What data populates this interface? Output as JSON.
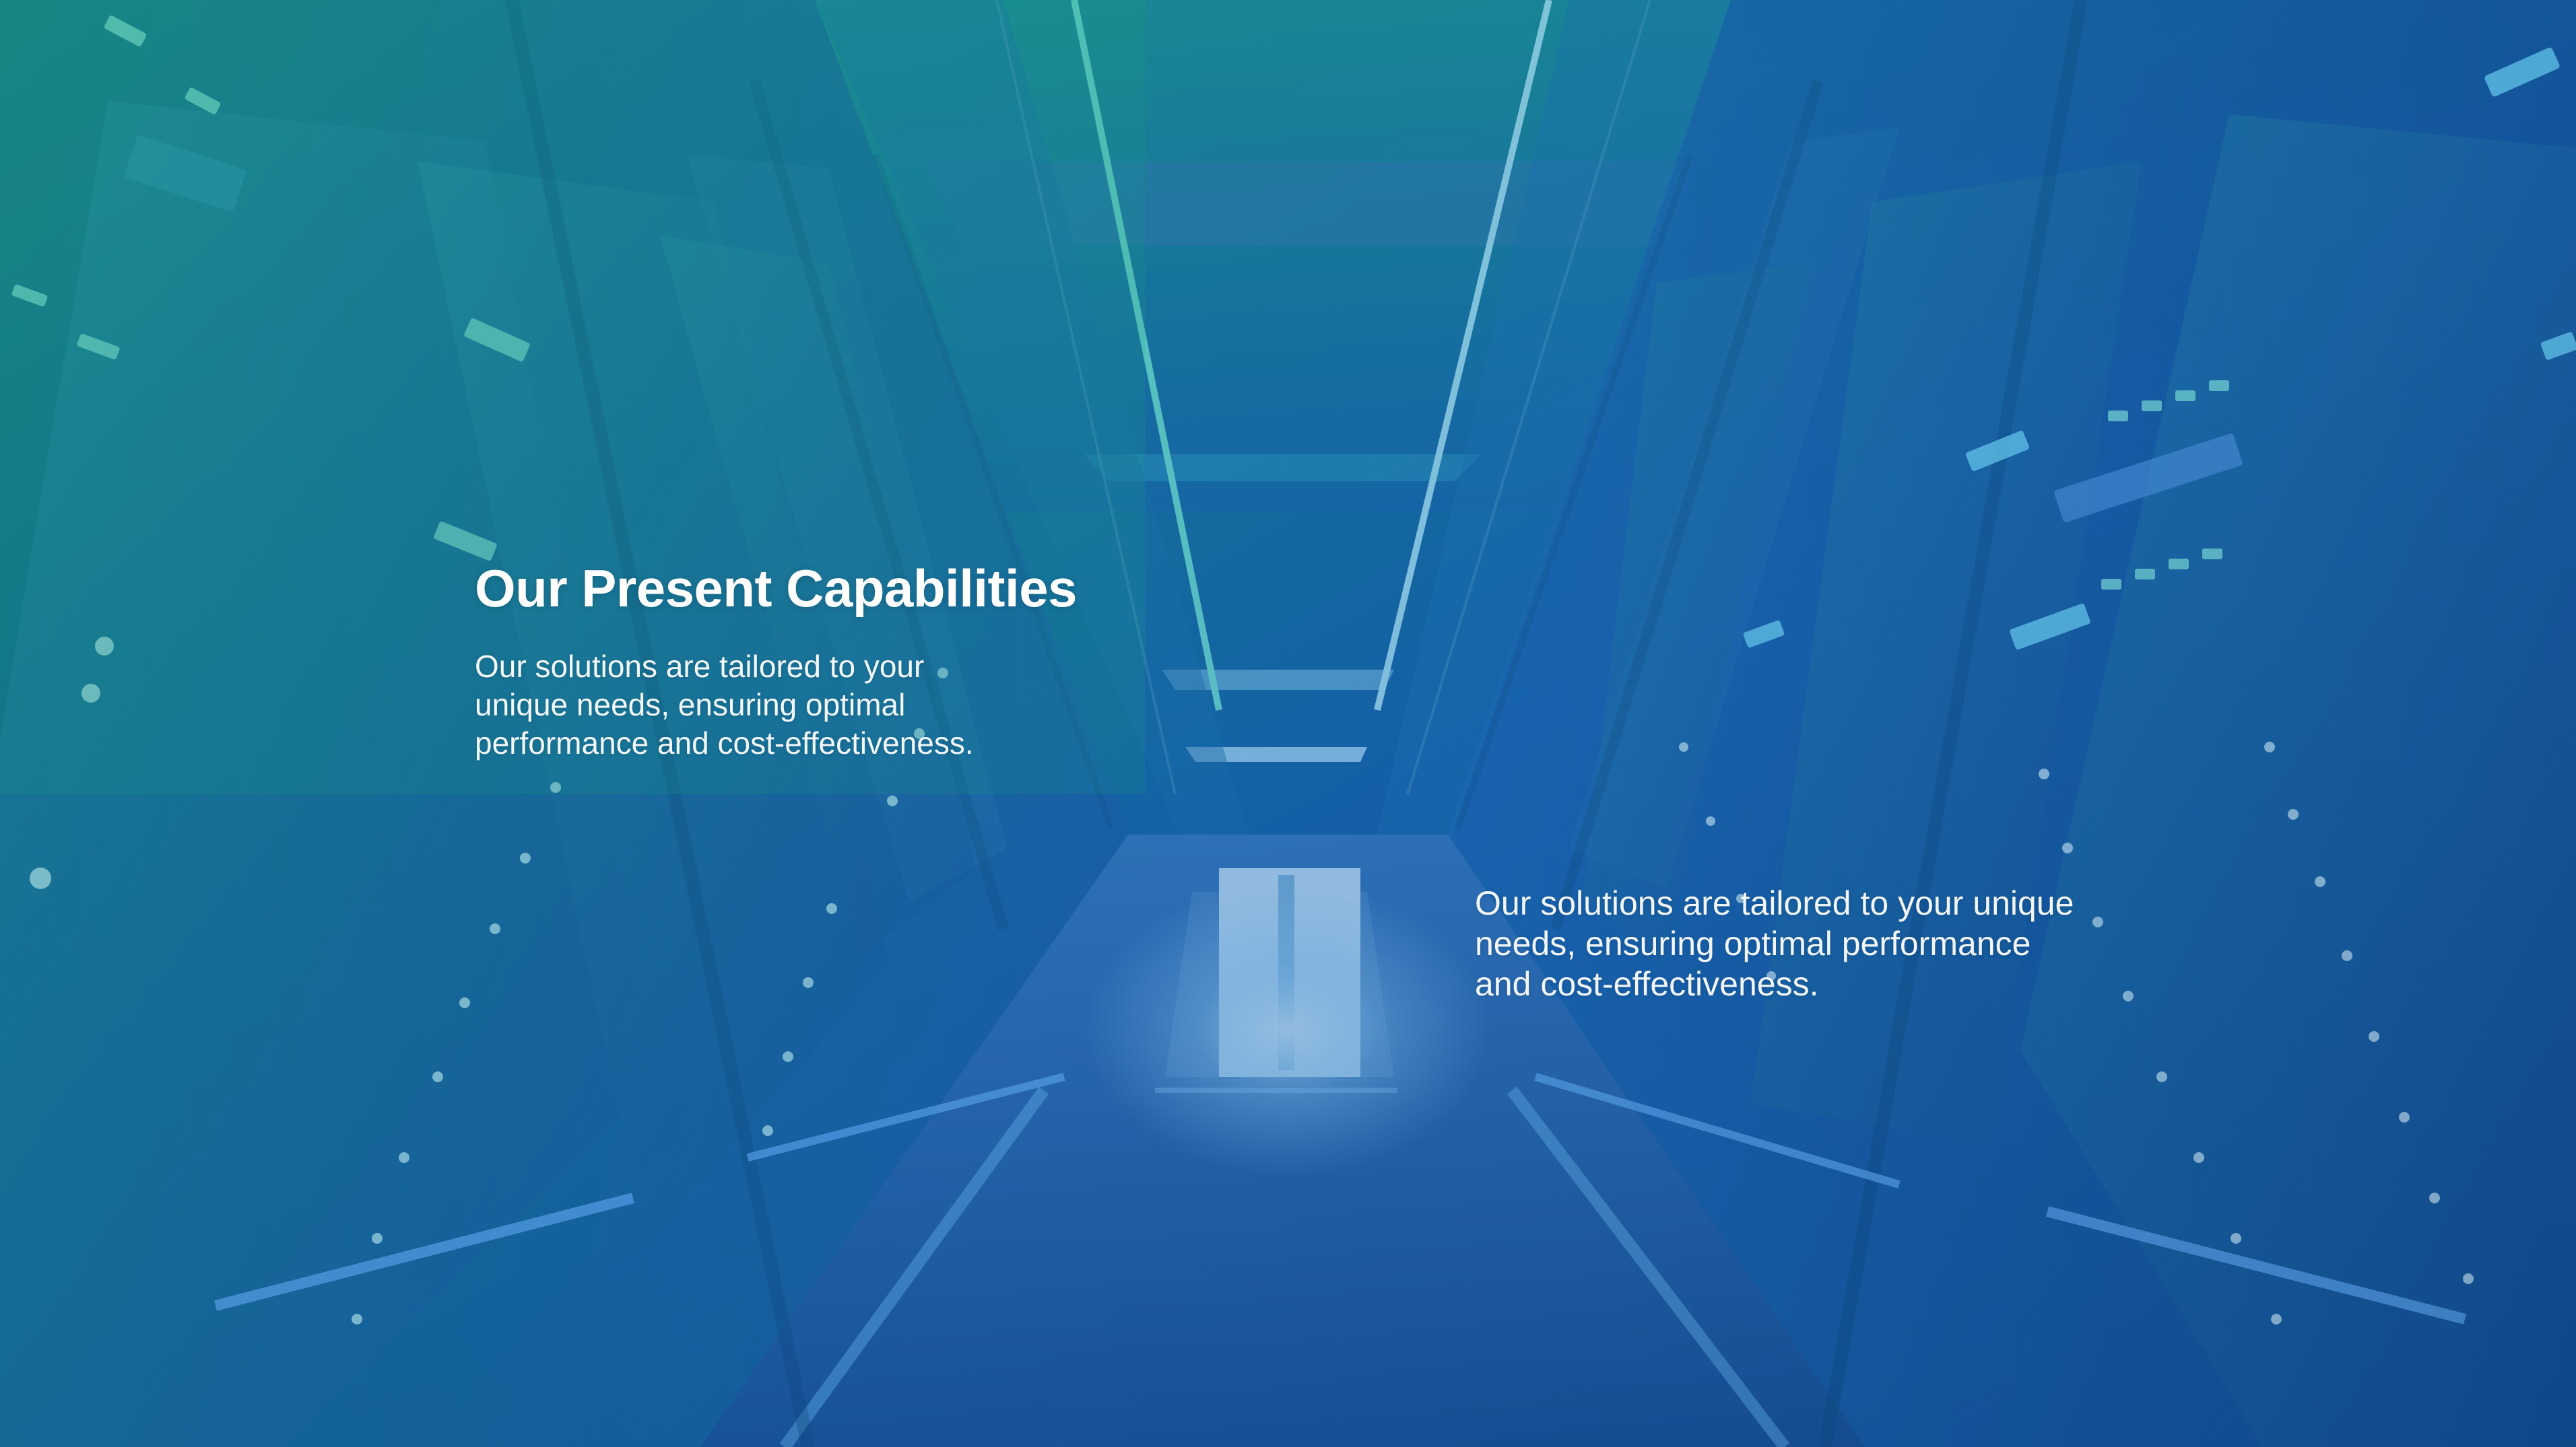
{
  "slide": {
    "title": "Our Present Capabilities",
    "description_left": "Our solutions are tailored to your unique needs, ensuring optimal performance and cost-effectiveness.",
    "description_right": "Our solutions are tailored to your unique needs, ensuring optimal performance and cost-effectiveness."
  },
  "theme": {
    "teal": "#20a880",
    "blue": "#1b5fb2",
    "deep_blue": "#0b3f7a",
    "text": "#ffffff"
  }
}
